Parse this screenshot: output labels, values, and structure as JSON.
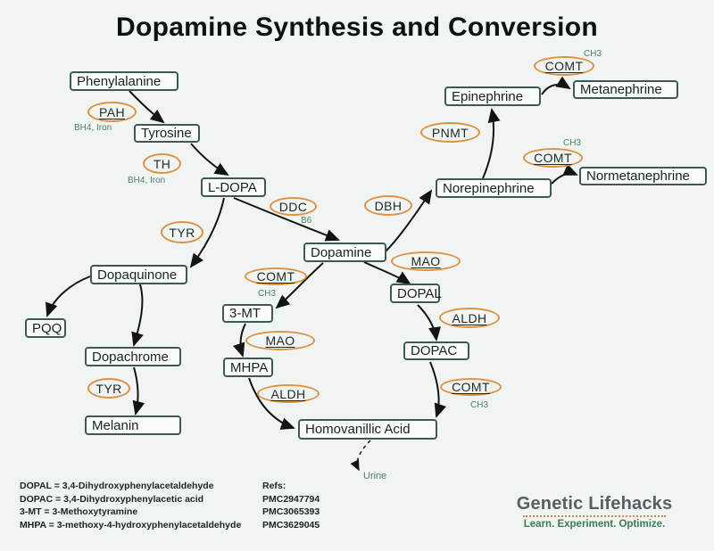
{
  "title": "Dopamine Synthesis and Conversion",
  "colors": {
    "background": "#f0f5f3",
    "box_border": "#3d5b4d",
    "enzyme_stroke": "#e0913f",
    "cofactor_green": "#4d8165",
    "arrow": "#101510",
    "logo_gray": "#595e62",
    "logo_green": "#3e7a57"
  },
  "metabolites": {
    "phenylalanine": "Phenylalanine",
    "tyrosine": "Tyrosine",
    "ldopa": "L-DOPA",
    "dopamine": "Dopamine",
    "dopaquinone": "Dopaquinone",
    "pqq": "PQQ",
    "dopachrome": "Dopachrome",
    "melanin": "Melanin",
    "three_mt": "3-MT",
    "mhpa": "MHPA",
    "homovanillic_acid": "Homovanillic Acid",
    "dopal": "DOPAL",
    "dopac": "DOPAC",
    "norepinephrine": "Norepinephrine",
    "epinephrine": "Epinephrine",
    "metanephrine": "Metanephrine",
    "normetanephrine": "Normetanephrine"
  },
  "enzymes": {
    "pah": "PAH",
    "th": "TH",
    "ddc": "DDC",
    "tyr_upper": "TYR",
    "tyr_lower": "TYR",
    "comt_center": "COMT",
    "mao_left": "MAO",
    "aldh_left": "ALDH",
    "mao_right": "MAO",
    "aldh_right": "ALDH",
    "comt_bottom_right": "COMT",
    "dbh": "DBH",
    "pnmt": "PNMT",
    "comt_top": "COMT",
    "comt_mid": "COMT"
  },
  "cofactors": {
    "bh4_iron_pah": "BH4, Iron",
    "bh4_iron_th": "BH4, Iron",
    "b6": "B6",
    "ch3_center": "CH3",
    "ch3_bottom_right": "CH3",
    "ch3_top": "CH3",
    "ch3_mid": "CH3"
  },
  "urine_label": "Urine",
  "legend": {
    "lines": [
      "DOPAL = 3,4-Dihydroxyphenylacetaldehyde",
      "DOPAC =  3,4-Dihydroxyphenylacetic acid",
      "3-MT = 3-Methoxytyramine",
      "MHPA = 3-methoxy-4-hydroxyphenylacetaldehyde"
    ]
  },
  "refs": {
    "heading": "Refs:",
    "items": [
      "PMC2947794",
      "PMC3065393",
      "PMC3629045"
    ]
  },
  "logo": {
    "name": "Genetic Lifehacks",
    "tagline": "Learn. Experiment. Optimize."
  }
}
